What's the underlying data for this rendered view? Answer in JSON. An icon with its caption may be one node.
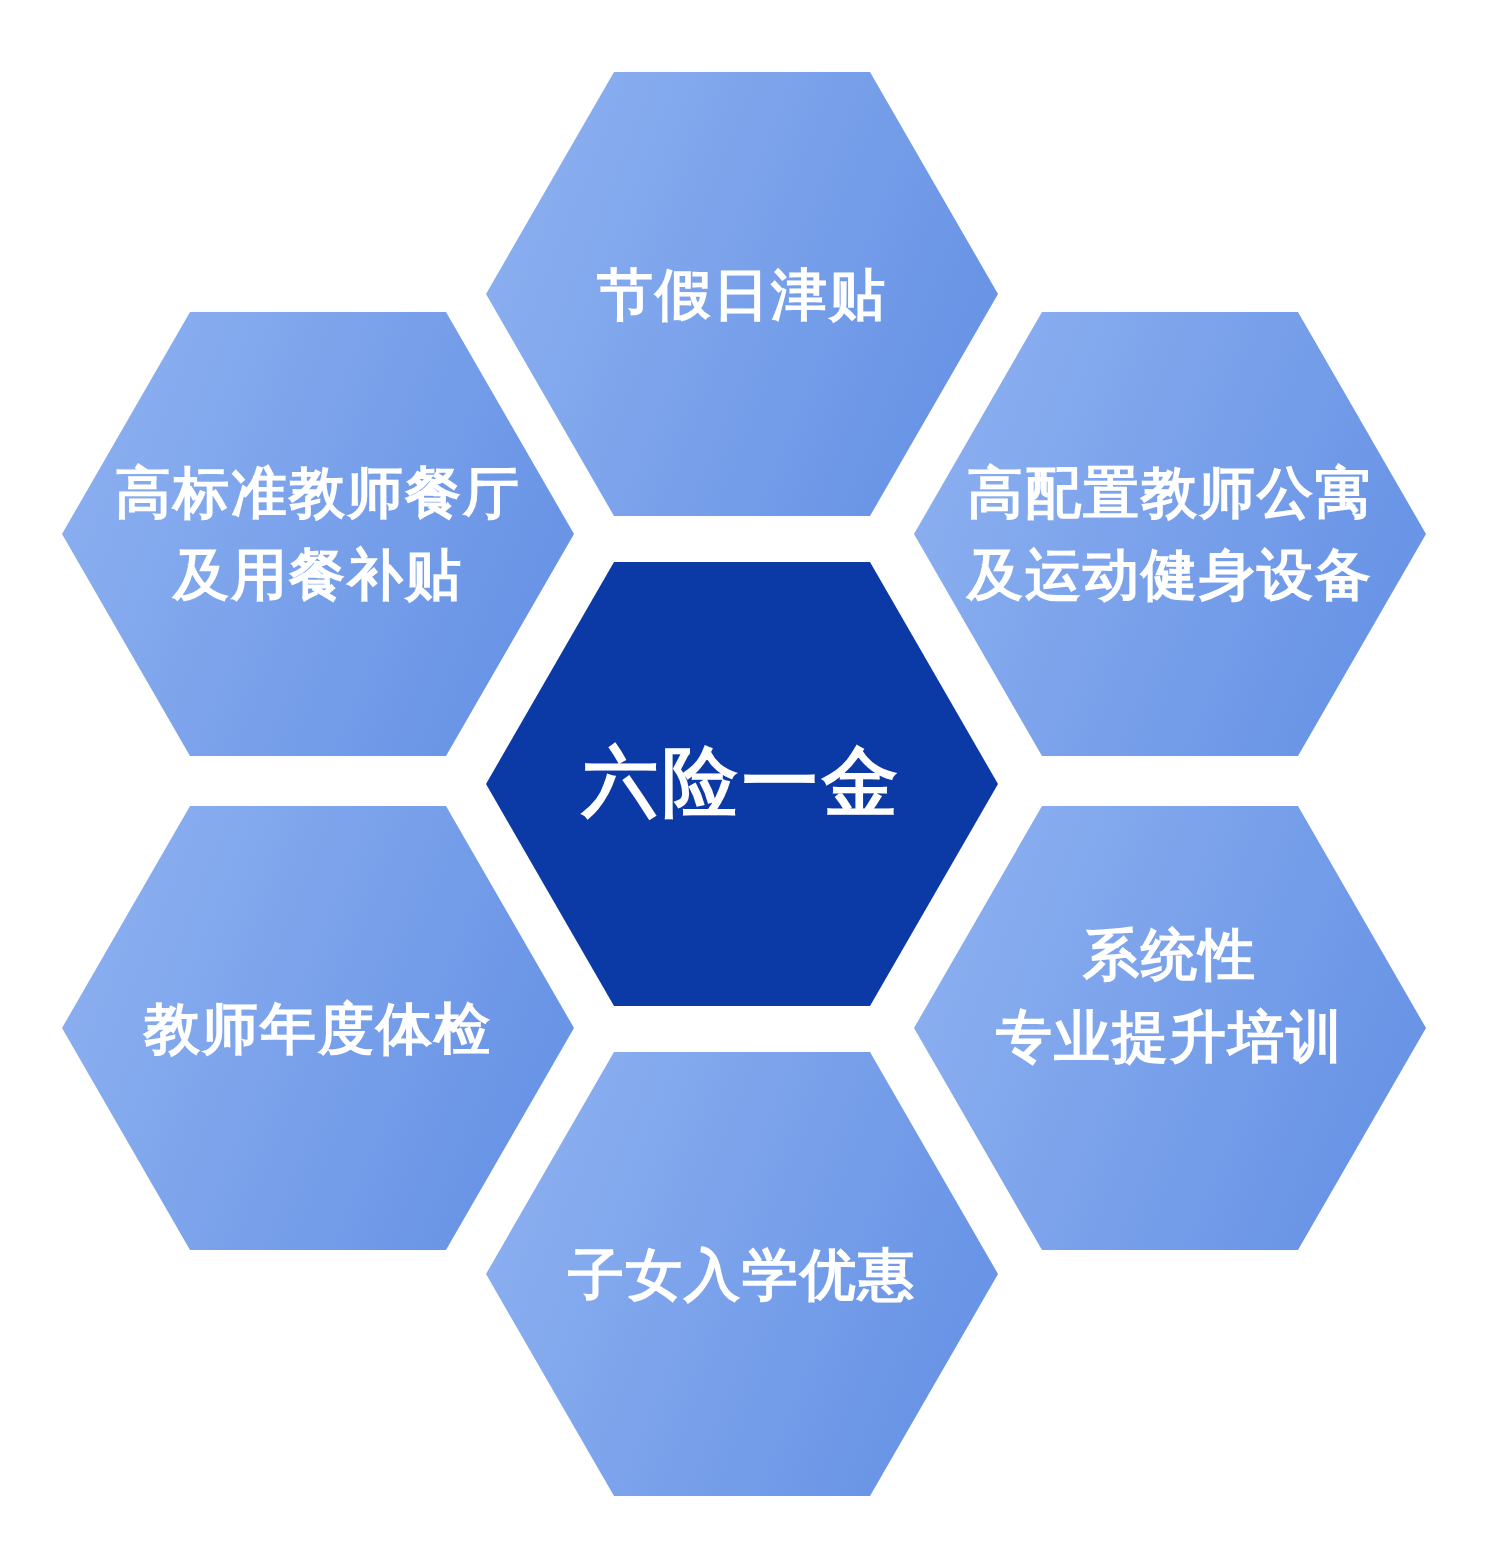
{
  "diagram": {
    "nodes": [
      {
        "text": [
          "节假日津贴"
        ]
      },
      {
        "text": [
          "高标准教师餐厅及用餐补贴"
        ]
      },
      {
        "text": [
          "高配置教师公寓及运动健身设备"
        ]
      },
      {
        "text": [
          "六险一金"
        ]
      },
      {
        "text": [
          "教师年度体检"
        ]
      },
      {
        "text": [
          "系统性",
          "专业提升培训"
        ]
      },
      {
        "text": [
          "子女入学优惠"
        ]
      }
    ]
  }
}
